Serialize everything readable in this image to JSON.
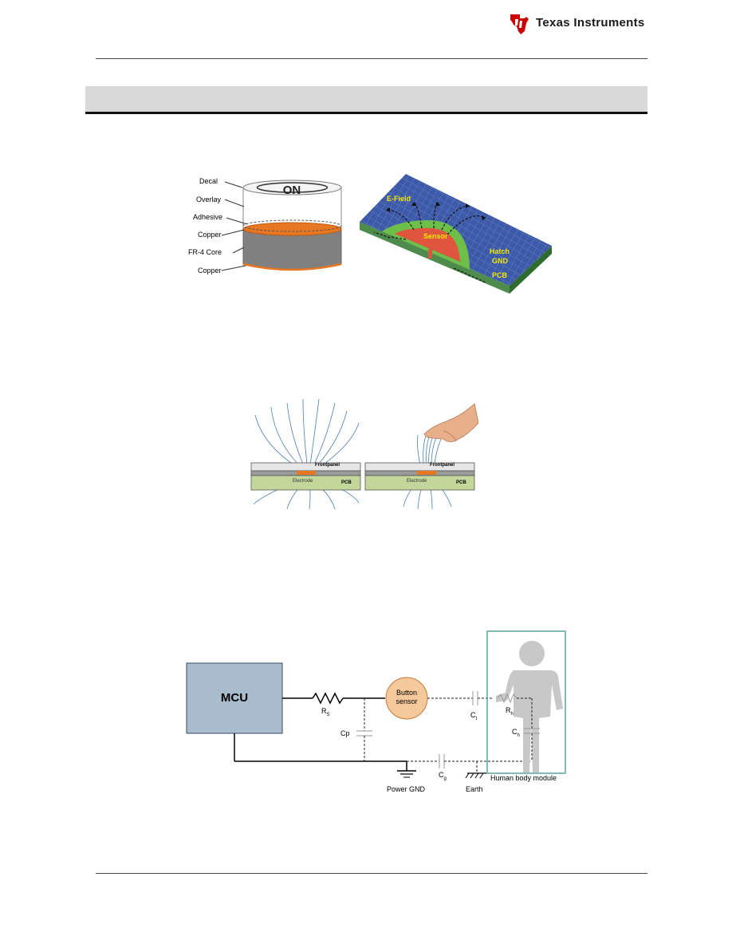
{
  "header": {
    "brand": "Texas Instruments"
  },
  "figure1": {
    "layers": [
      "Decal",
      "Overlay",
      "Adhesive",
      "Copper",
      "FR-4 Core",
      "Copper"
    ],
    "decal_text": "ON",
    "labels": {
      "efield": "E-Field",
      "sensor": "Sensor",
      "hatch": "Hatch",
      "gnd": "GND",
      "pcb": "PCB"
    }
  },
  "figure2": {
    "left": {
      "frontpanel": "Frontpanel",
      "electrode": "Electrode",
      "pcb": "PCB"
    },
    "right": {
      "frontpanel": "Frontpanel",
      "electrode": "Electrode",
      "pcb": "PCB"
    }
  },
  "figure3": {
    "mcu": "MCU",
    "button_sensor_line1": "Button",
    "button_sensor_line2": "sensor",
    "rs": "R",
    "rs_sub": "S",
    "cp": "Cp",
    "ct": "C",
    "ct_sub": "t",
    "rh": "R",
    "rh_sub": "h",
    "ch": "C",
    "ch_sub": "h",
    "cg": "C",
    "cg_sub": "g",
    "power_gnd": "Power GND",
    "earth": "Earth",
    "human_body": "Human body module"
  }
}
